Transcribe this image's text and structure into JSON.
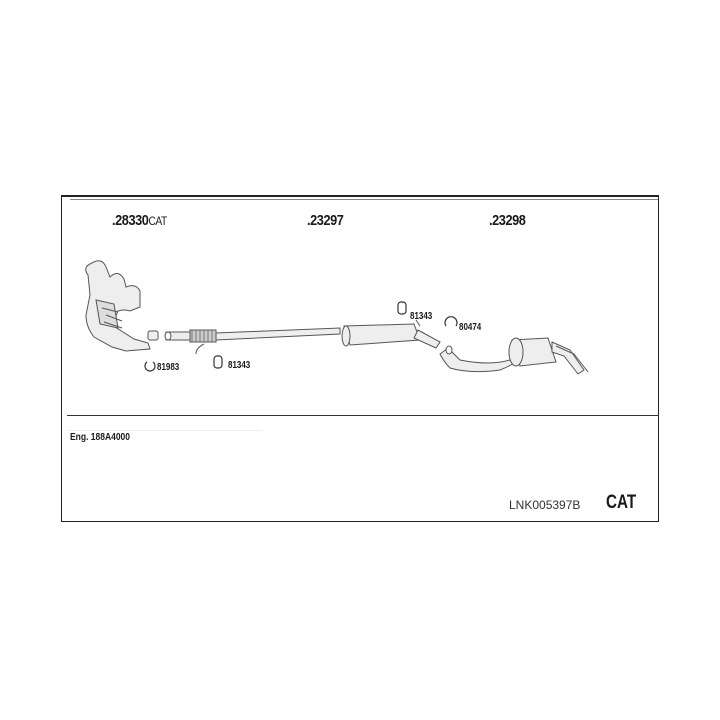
{
  "diagram": {
    "type": "exhaust-system-parts-diagram",
    "parts": [
      {
        "number": ".28330",
        "suffix": "CAT",
        "description": "manifold with catalytic converter"
      },
      {
        "number": ".23297",
        "suffix": "",
        "description": "front pipe with middle silencer"
      },
      {
        "number": ".23298",
        "suffix": "",
        "description": "rear silencer"
      }
    ],
    "accessories": [
      {
        "code": "81983",
        "icon": "clamp-ring-icon"
      },
      {
        "code": "81343",
        "icon": "rubber-hanger-icon"
      },
      {
        "code": "81343",
        "icon": "rubber-hanger-icon"
      },
      {
        "code": "80474",
        "icon": "clamp-icon"
      }
    ],
    "engine": "Eng. 188A4000",
    "kit_code": "LNK005397B",
    "badge": "CAT",
    "colors": {
      "line": "#222222",
      "part_fill": "#eeeeee",
      "part_stroke": "#555555"
    }
  }
}
